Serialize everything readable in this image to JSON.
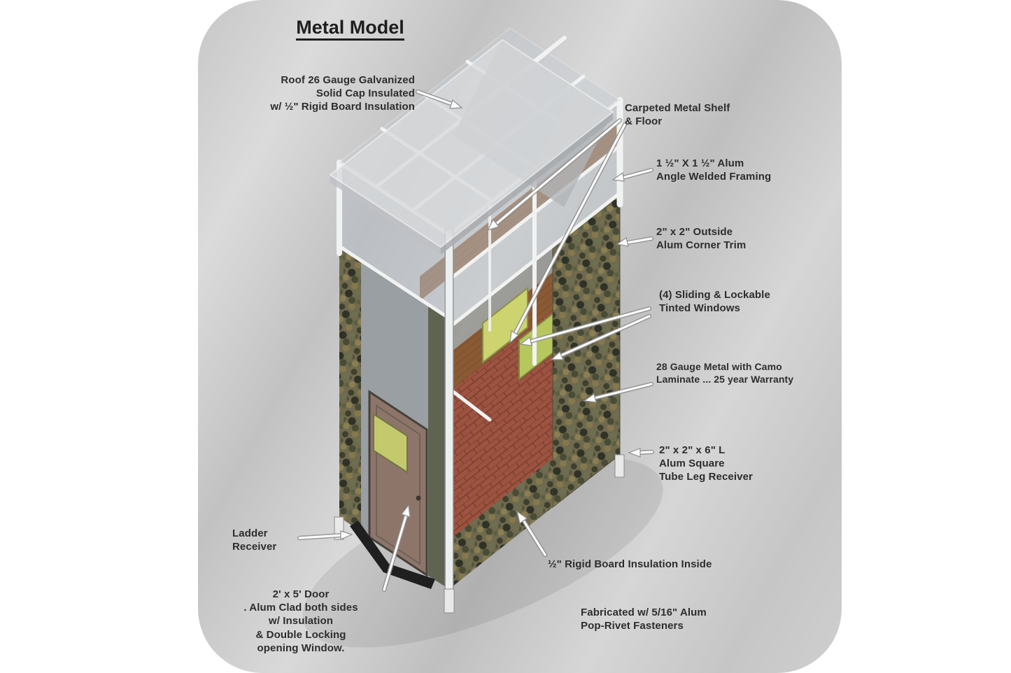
{
  "page": {
    "title": "Metal Model"
  },
  "colors": {
    "panel_bg": "#cdcdcd",
    "camo_base": "#6f6a4f",
    "brick": "#9c5340",
    "window_tint": "#ccd36f",
    "window_tint2": "#b7c75e",
    "door": "#8d756a",
    "floor": "#8a5a35",
    "shelf": "#8a5a35",
    "frame_white": "#f0f0f0",
    "arrow": "#fbfbfb",
    "label_text": "#2d2d2d"
  },
  "labels": {
    "roof": "Roof 26 Gauge Galvanized\nSolid Cap Insulated\nw/ ½\" Rigid Board Insulation",
    "shelf_floor": "Carpeted Metal Shelf\n& Floor",
    "framing": "1 ½\" X 1 ½\" Alum\nAngle Welded Framing",
    "corner_trim": "2\" x 2\" Outside\nAlum Corner Trim",
    "windows": "(4) Sliding & Lockable\nTinted Windows",
    "camo_metal": "28 Gauge Metal with Camo\nLaminate ... 25 year Warranty",
    "leg_receiver": "2\" x 2\" x 6\" L\nAlum Square\nTube Leg Receiver",
    "insulation_inside": "½\" Rigid Board Insulation Inside",
    "ladder_receiver": "Ladder\nReceiver",
    "door": "2' x 5'  Door\n. Alum Clad both sides\nw/ Insulation\n& Double Locking\nopening Window.",
    "fabricated": "Fabricated w/ 5/16\" Alum\nPop-Rivet Fasteners"
  }
}
